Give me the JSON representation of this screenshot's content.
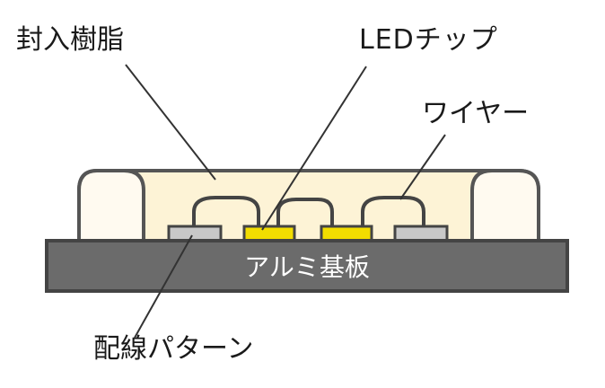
{
  "labels": {
    "encapsulant": "封入樹脂",
    "led_chip": "LEDチップ",
    "wire": "ワイヤー",
    "wiring_pattern": "配線パターン",
    "substrate": "アルミ基板"
  },
  "colors": {
    "encapsulant_fill": "#fdf3d6",
    "wall_fill": "#fffaf0",
    "outline": "#555555",
    "substrate_fill": "#6b6b6b",
    "substrate_text": "#ffffff",
    "pad_fill": "#c8c8c8",
    "chip_fill": "#f2dd00",
    "label_text": "#1a1a1a"
  }
}
